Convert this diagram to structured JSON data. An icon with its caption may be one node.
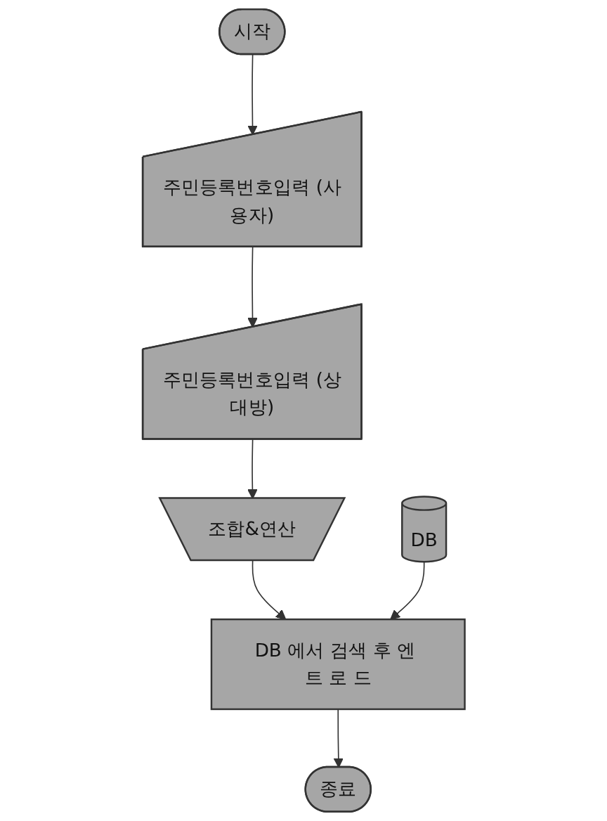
{
  "diagram": {
    "nodes": [
      {
        "text": [
          "시작"
        ]
      },
      {
        "text": [
          "주민등록번호입력 (사용자)"
        ]
      },
      {
        "text": [
          "주민등록번호입력 (상대방)"
        ]
      },
      {
        "text": [
          "조합&연산"
        ]
      },
      {
        "text": [
          "DB"
        ]
      },
      {
        "text": [
          "DB 에서 검색 후 엔 트 로 드"
        ]
      },
      {
        "text": [
          "종료"
        ]
      }
    ],
    "edges": [
      {
        "from": 0,
        "to": 1,
        "arrow": "to"
      },
      {
        "from": 1,
        "to": 2,
        "arrow": "to"
      },
      {
        "from": 2,
        "to": 3,
        "arrow": "to"
      },
      {
        "from": 3,
        "to": 5,
        "arrow": "to"
      },
      {
        "from": 4,
        "to": 5,
        "arrow": "to"
      },
      {
        "from": 5,
        "to": 6,
        "arrow": "to"
      }
    ]
  }
}
